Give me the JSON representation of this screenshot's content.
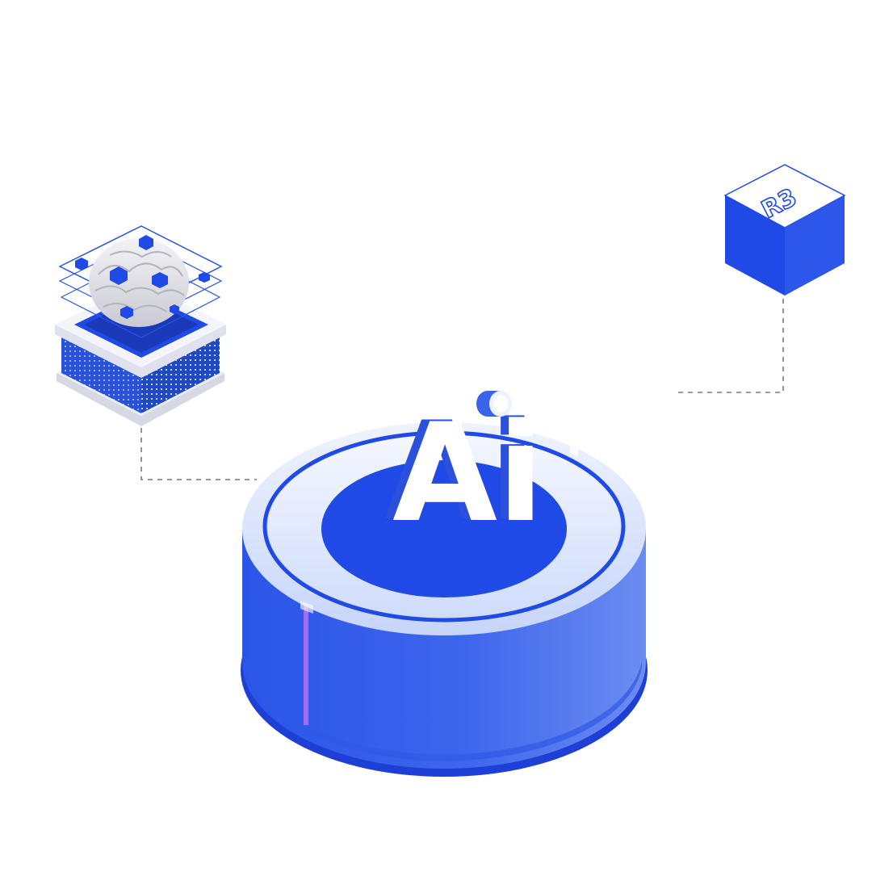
{
  "scene": {
    "background_color": "#ffffff",
    "accent_color": "#1f4ae6",
    "light_accent_color": "#c9d6f8",
    "highlight_color": "#a56cf2"
  },
  "ai_platform": {
    "label": "Ai",
    "icon": "ai-platform-icon"
  },
  "brain_server": {
    "icon": "brain-server-icon"
  },
  "r3_cube": {
    "label": "R3",
    "icon": "r3-cube-icon"
  },
  "connectors": [
    {
      "name": "brain-to-ai-connector"
    },
    {
      "name": "r3-to-ai-connector"
    }
  ]
}
